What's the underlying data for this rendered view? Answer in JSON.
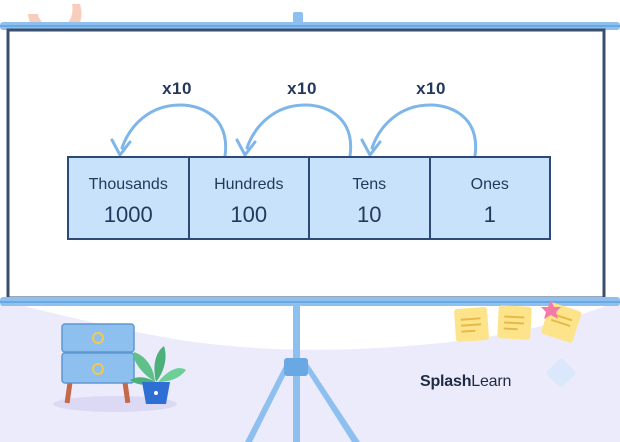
{
  "diagram": {
    "multipliers": [
      "x10",
      "x10",
      "x10"
    ],
    "places": [
      {
        "label": "Thousands",
        "value": "1000"
      },
      {
        "label": "Hundreds",
        "value": "100"
      },
      {
        "label": "Tens",
        "value": "10"
      },
      {
        "label": "Ones",
        "value": "1"
      }
    ]
  },
  "brand": {
    "bold": "Splash",
    "light": "Learn"
  },
  "colors": {
    "board_frame": "#3a4e6e",
    "board_rail": "#8ec0ef",
    "cell_fill": "#c9e2fb",
    "cell_border": "#2c4a75",
    "arrow": "#7fb6ea",
    "text": "#23395b",
    "sticky_note": "#fde48a",
    "floor": "#ecebfb"
  },
  "icons": [
    "arrow-curve-icon",
    "sticky-note-icon",
    "star-icon",
    "plant-icon",
    "cabinet-icon",
    "tripod-icon"
  ]
}
